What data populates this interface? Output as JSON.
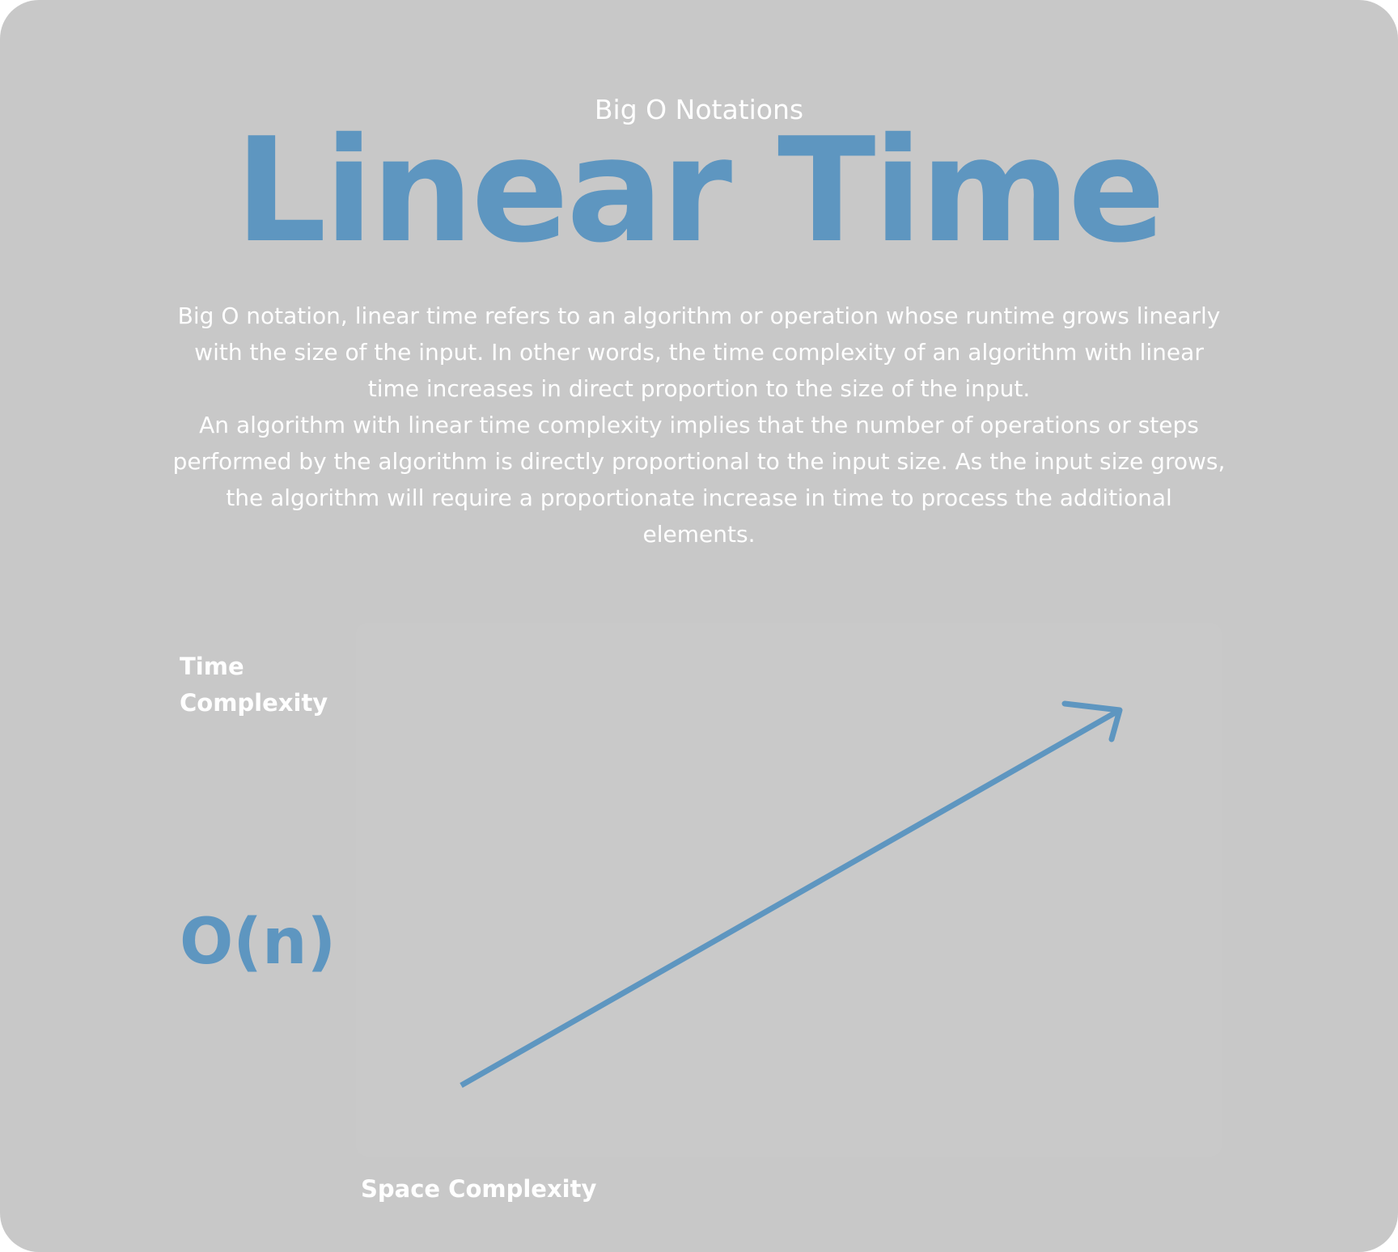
{
  "header": {
    "subtitle": "Big O Notations",
    "title": "Linear Time"
  },
  "description": {
    "paragraphs": [
      "Big O notation, linear time refers to an algorithm or operation whose runtime grows linearly with the size of the input. In other words, the time complexity of an algorithm with linear time increases in direct proportion to the size of the input.",
      "An algorithm with linear time complexity implies that the number of operations or steps performed by the algorithm is directly proportional to the input size. As the input size grows, the algorithm will require a proportionate increase in time to process the additional elements."
    ]
  },
  "diagram": {
    "y_axis_label": "Time\nComplexity",
    "x_axis_label": "Space Complexity",
    "notation": "O(n)",
    "line_color": "#5e96c0",
    "arrow": "arrow-head-icon"
  },
  "colors": {
    "background": "#c8c8c8",
    "accent": "#5e96c0",
    "text": "#ffffff"
  }
}
